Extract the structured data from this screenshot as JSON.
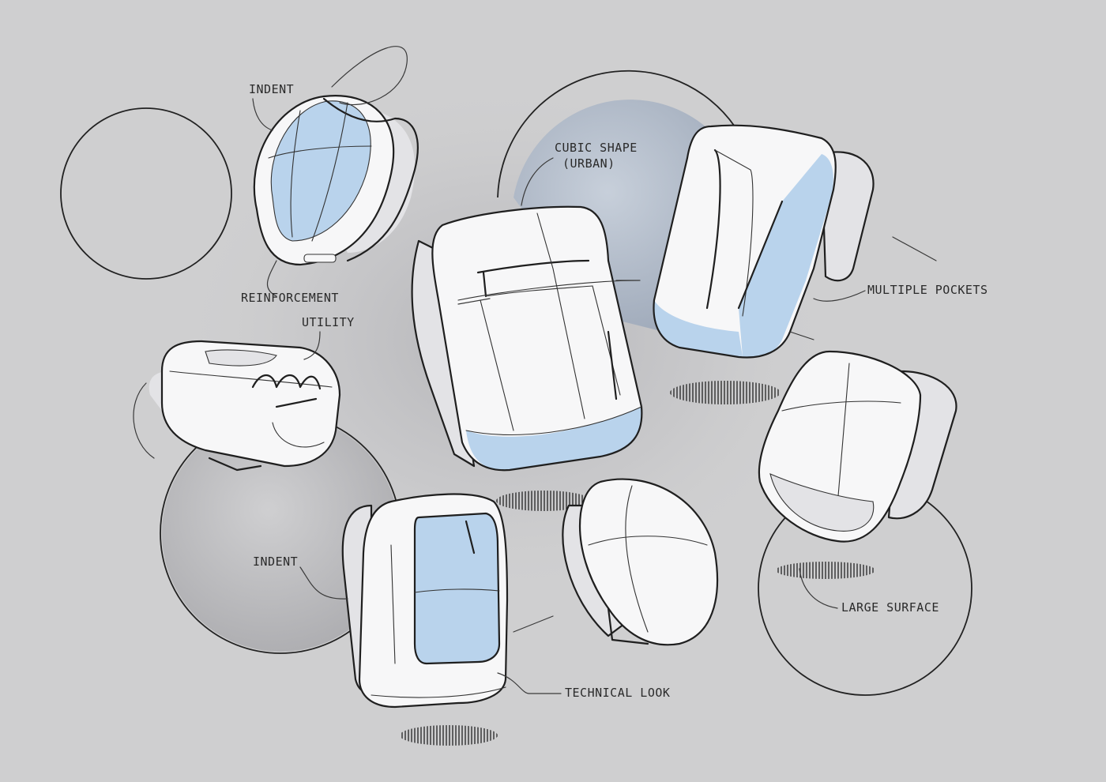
{
  "annotations": {
    "indent_top": "INDENT",
    "reinforcement": "REINFORCEMENT",
    "utility": "UTILITY",
    "cubic_shape_line1": "CUBIC SHAPE",
    "cubic_shape_line2": "(URBAN)",
    "multiple_pockets": "MULTIPLE POCKETS",
    "indent_bottom": "INDENT",
    "technical_look": "TECHNICAL LOOK",
    "large_surface": "LARGE SURFACE"
  },
  "colors": {
    "background": "#cfcfd0",
    "accent_blue": "#b9d3ec",
    "ink": "#1f1f1f",
    "body_white": "#f7f7f8"
  }
}
